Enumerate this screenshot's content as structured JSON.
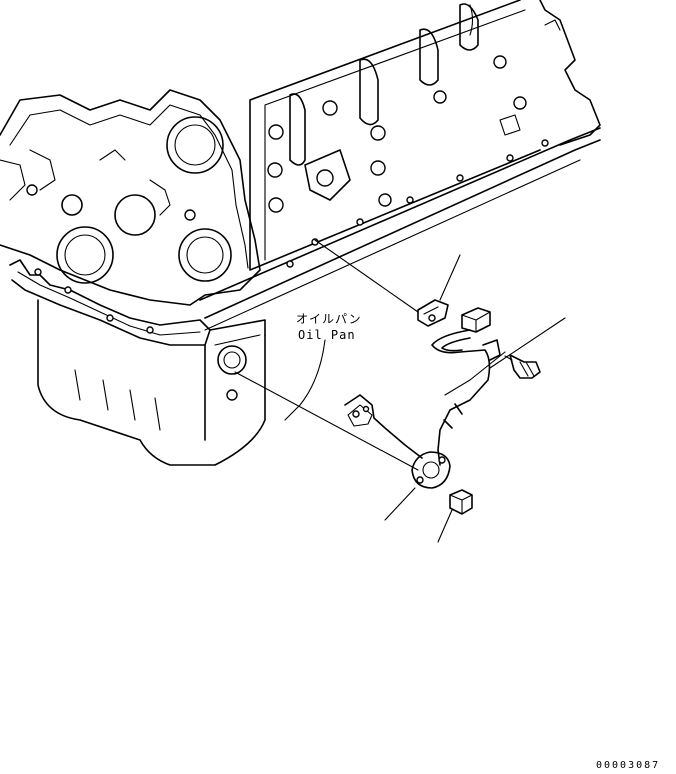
{
  "labels": {
    "part_name_jp": "オイルパン",
    "part_name_en": "Oil Pan",
    "drawing_number": "00003087"
  }
}
